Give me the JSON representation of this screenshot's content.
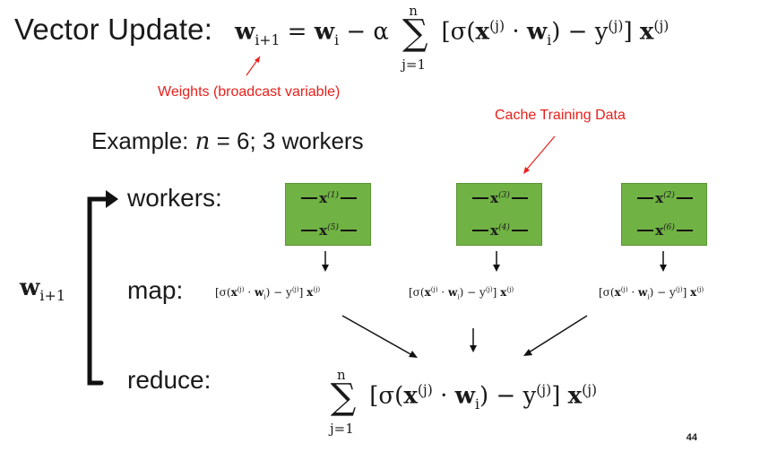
{
  "title": "Vector Update:",
  "weights_annotation": "Weights (broadcast variable)",
  "cache_annotation": "Cache Training Data",
  "example": {
    "prefix": "Example: ",
    "var": "n",
    "suffix": " = 6; 3 workers"
  },
  "row_labels": {
    "workers": "workers:",
    "map": "map:",
    "reduce": "reduce:"
  },
  "loop_label": "w",
  "loop_label_sub": "i+1",
  "workers": [
    {
      "top": "(1)",
      "bottom": "(5)"
    },
    {
      "top": "(3)",
      "bottom": "(4)"
    },
    {
      "top": "(2)",
      "bottom": "(6)"
    }
  ],
  "colors": {
    "worker_fill": "#70b244",
    "annotation": "#e8201b"
  },
  "page_number": "44"
}
